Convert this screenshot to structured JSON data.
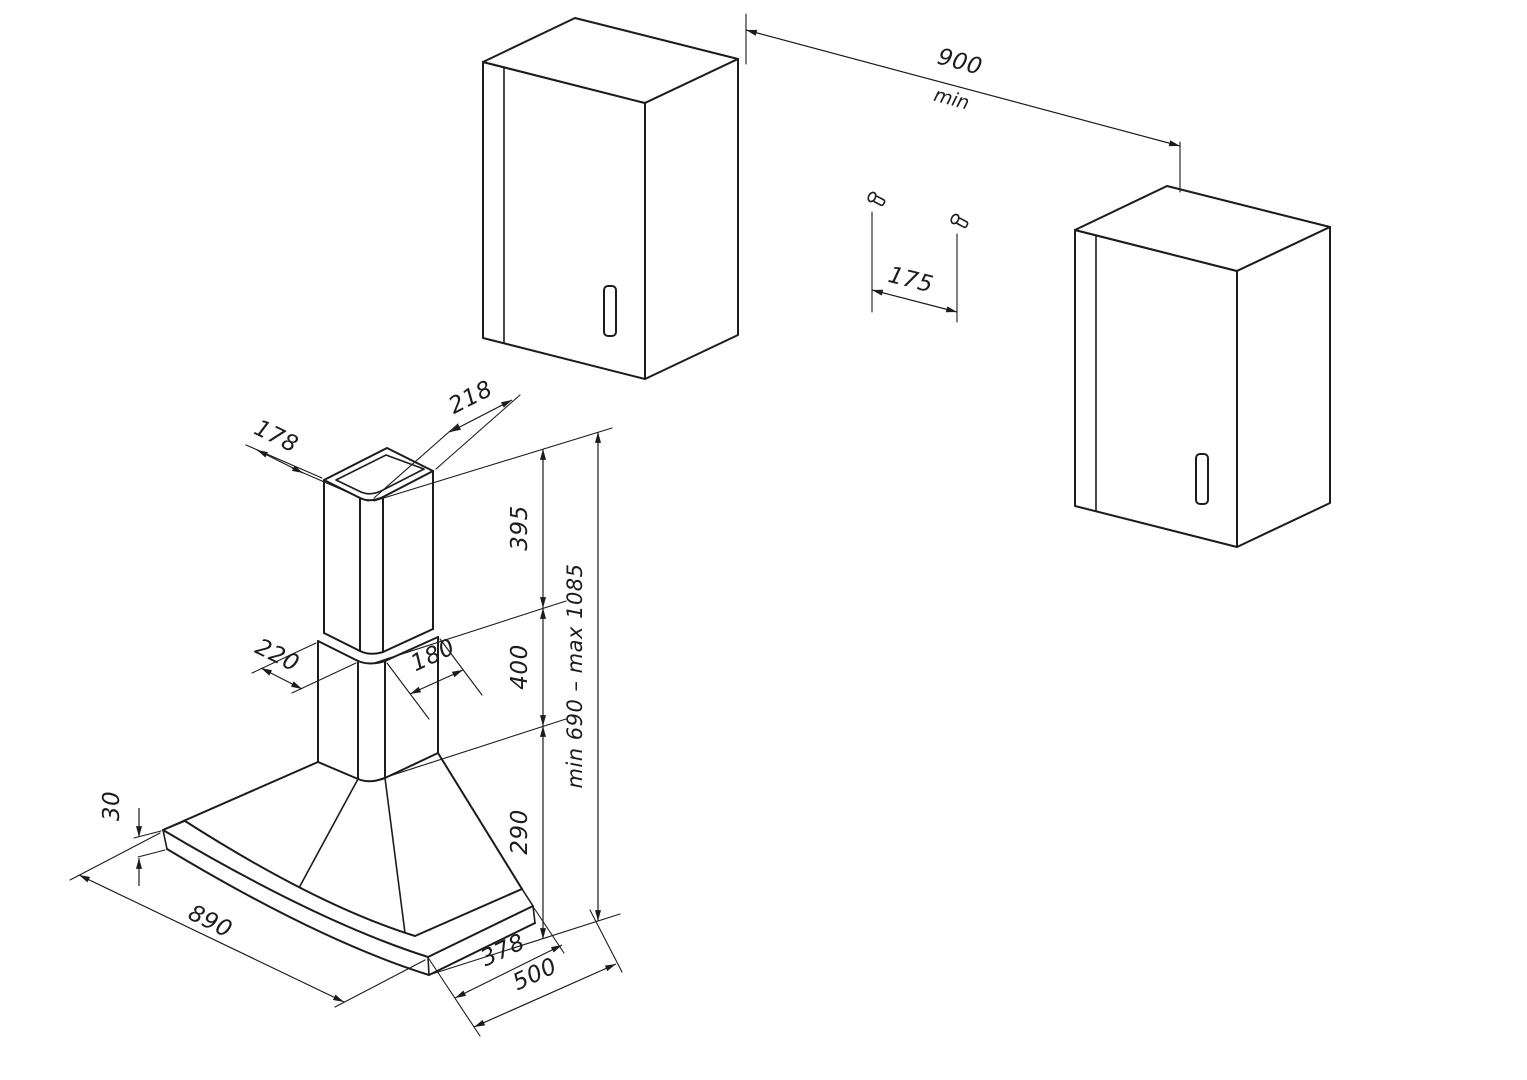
{
  "drawing": {
    "background": "#ffffff",
    "ink": "#1c1c1c"
  },
  "dims": {
    "cabinet_gap": "900",
    "cabinet_gap_note": "min",
    "plug_spacing": "175",
    "chimney_top_depth": "178",
    "chimney_top_width": "218",
    "upper_chimney_height": "395",
    "lower_chimney_height": "400",
    "canopy_height": "290",
    "total_height_range": "min 690 – max 1085",
    "lower_chimney_depth": "220",
    "lower_chimney_width": "180",
    "rim_height": "30",
    "hood_width": "890",
    "body_depth": "378",
    "total_depth": "500"
  }
}
